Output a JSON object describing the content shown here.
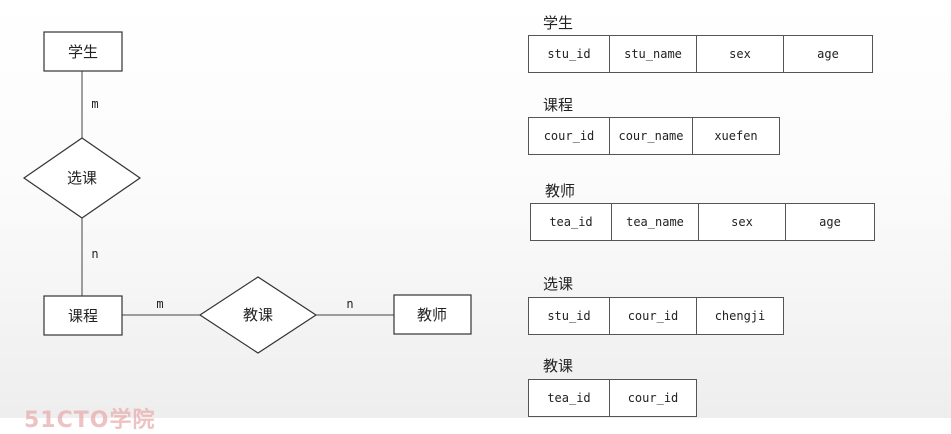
{
  "er_diagram": {
    "entities": {
      "student": "学生",
      "course": "课程",
      "teacher": "教师"
    },
    "relationships": {
      "select": "选课",
      "teach": "教课"
    },
    "cardinalities": {
      "select_student": "m",
      "select_course": "n",
      "teach_course": "m",
      "teach_teacher": "n"
    }
  },
  "schemas": [
    {
      "name": "学生",
      "columns": [
        "stu_id",
        "stu_name",
        "sex",
        "age"
      ]
    },
    {
      "name": "课程",
      "columns": [
        "cour_id",
        "cour_name",
        "xuefen"
      ]
    },
    {
      "name": "教师",
      "columns": [
        "tea_id",
        "tea_name",
        "sex",
        "age"
      ]
    },
    {
      "name": "选课",
      "columns": [
        "stu_id",
        "cour_id",
        "chengji"
      ]
    },
    {
      "name": "教课",
      "columns": [
        "tea_id",
        "cour_id"
      ]
    }
  ],
  "watermark": "51CTO学院"
}
